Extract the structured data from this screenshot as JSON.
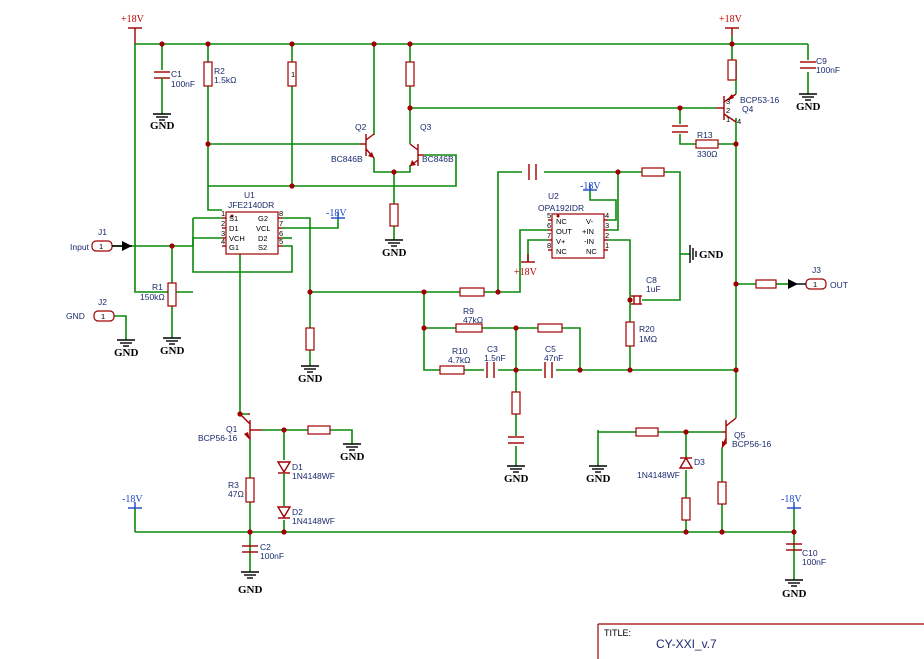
{
  "power": {
    "vpos_left": "+18V",
    "vpos_right": "+18V",
    "vpos_opamp": "+18V",
    "vneg_left": "-18V",
    "vneg_right": "-18V",
    "vneg_u1": "-18V",
    "vneg_u2": "-18V"
  },
  "ground_label": "GND",
  "components": {
    "c1": {
      "ref": "C1",
      "value": "100nF"
    },
    "c2": {
      "ref": "C2",
      "value": "100nF"
    },
    "c3": {
      "ref": "C3",
      "value": "1.5nF"
    },
    "c5": {
      "ref": "C5",
      "value": "47nF"
    },
    "c8": {
      "ref": "C8",
      "value": "1uF"
    },
    "c9": {
      "ref": "C9",
      "value": "100nF"
    },
    "c10": {
      "ref": "C10",
      "value": "100nF"
    },
    "r1": {
      "ref": "R1",
      "value": "150kΩ"
    },
    "r2": {
      "ref": "R2",
      "value": "1.5kΩ"
    },
    "r3": {
      "ref": "R3",
      "value": "47Ω"
    },
    "r9": {
      "ref": "R9",
      "value": "47kΩ"
    },
    "r10": {
      "ref": "R10",
      "value": "4.7kΩ"
    },
    "r13": {
      "ref": "R13",
      "value": "330Ω"
    },
    "r20": {
      "ref": "R20",
      "value": "1MΩ"
    },
    "q1": {
      "ref": "Q1",
      "value": "BCP56-16"
    },
    "q2": {
      "ref": "Q2",
      "value": "BC846B"
    },
    "q3": {
      "ref": "Q3",
      "value": "BC846B"
    },
    "q4": {
      "ref": "Q4",
      "value": "BCP53-16"
    },
    "q5": {
      "ref": "Q5",
      "value": "BCP56-16"
    },
    "d1": {
      "ref": "D1",
      "value": "1N4148WF"
    },
    "d2": {
      "ref": "D2",
      "value": "1N4148WF"
    },
    "d3": {
      "ref": "D3",
      "value": "1N4148WF"
    },
    "u1": {
      "ref": "U1",
      "value": "JFE2140DR",
      "pins_left": [
        "S1",
        "D1",
        "VCH",
        "G1"
      ],
      "pins_right": [
        "G2",
        "VCL",
        "D2",
        "S2"
      ],
      "nums_left": [
        "1",
        "2",
        "3",
        "4"
      ],
      "nums_right": [
        "8",
        "7",
        "6",
        "5"
      ]
    },
    "u2": {
      "ref": "U2",
      "value": "OPA192IDR",
      "pins_left": [
        "NC",
        "OUT",
        "V+",
        "NC"
      ],
      "pins_right": [
        "V-",
        "+IN",
        "-IN",
        "NC"
      ],
      "nums_left": [
        "5",
        "6",
        "7",
        "8"
      ],
      "nums_right": [
        "4",
        "3",
        "2",
        "1"
      ]
    }
  },
  "connectors": {
    "j1": {
      "ref": "J1",
      "pin": "1",
      "label": "Input"
    },
    "j2": {
      "ref": "J2",
      "pin": "1",
      "label": "GND"
    },
    "j3": {
      "ref": "J3",
      "pin": "1",
      "label": "OUT"
    }
  },
  "q4_pins": [
    "1",
    "2",
    "3",
    "4"
  ],
  "misc_pin_mark": "1",
  "title_block": {
    "label": "TITLE:",
    "value": "CY-XXI_v.7"
  }
}
